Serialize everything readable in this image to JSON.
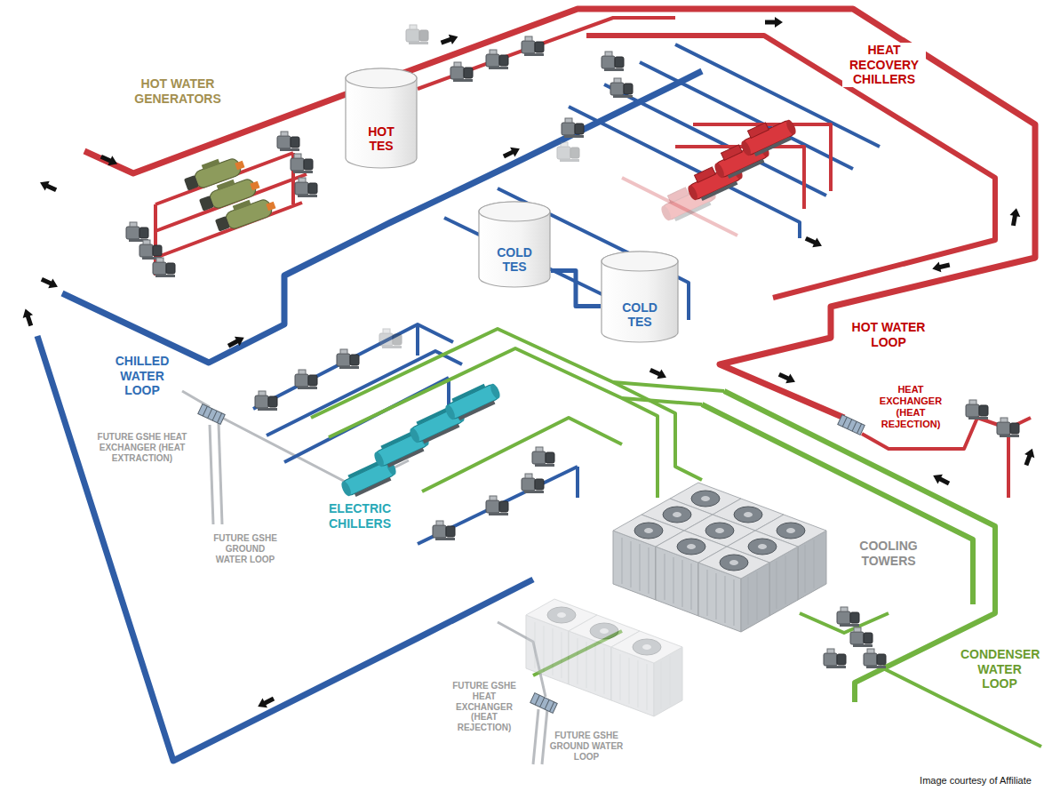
{
  "diagram": {
    "nodes": [
      {
        "text": [
          "HOT TES"
        ]
      },
      {
        "text": [
          "COLD TES"
        ]
      },
      {
        "text": [
          "COLD TES"
        ]
      }
    ],
    "edges": [
      {
        "from": 1,
        "to": 2,
        "arrow": "none"
      }
    ],
    "labels": [
      "HOT WATER GENERATORS",
      "HEAT RECOVERY CHILLERS",
      "HOT WATER LOOP",
      "HEAT EXCHANGER (HEAT REJECTION)",
      "CHILLED WATER LOOP",
      "ELECTRIC CHILLERS",
      "FUTURE GSHE HEAT EXCHANGER (HEAT EXTRACTION)",
      "FUTURE GSHE GROUND WATER LOOP",
      "COOLING TOWERS",
      "CONDENSER WATER LOOP",
      "FUTURE GSHE HEAT EXCHANGER (HEAT REJECTION)",
      "FUTURE GSHE GROUND WATER LOOP",
      "Image courtesy of Affiliate"
    ]
  }
}
